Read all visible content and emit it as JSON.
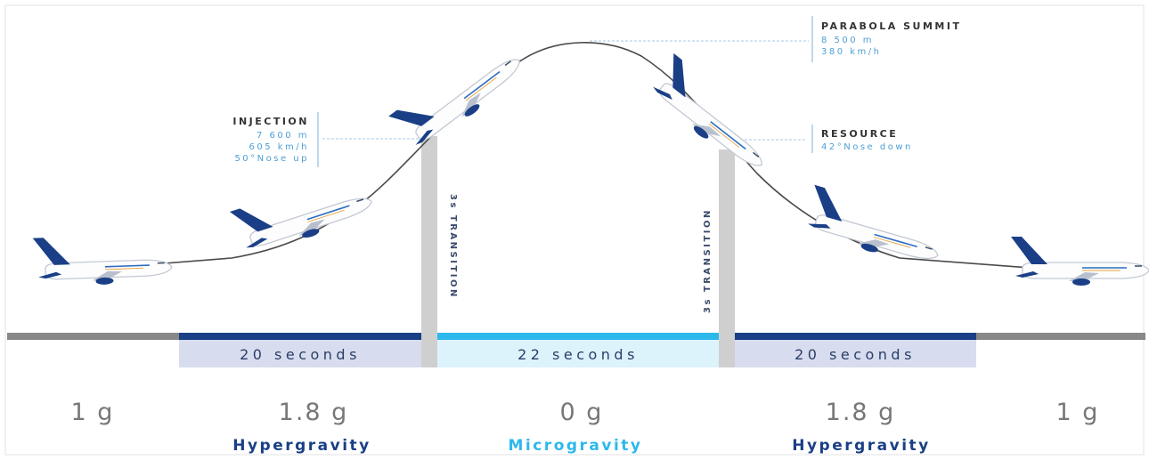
{
  "colors": {
    "navy": "#1a3f86",
    "light_blue": "#2db8ec",
    "navy_band": "#d7ddef",
    "blue_band": "#dcf3fc",
    "gray_line": "#888888",
    "transition_bar": "#cfcfcf",
    "annotation_blue": "#4d9fd6",
    "g_gray": "#777777"
  },
  "annotations": {
    "summit": {
      "title": "PARABOLA SUMMIT",
      "lines": [
        "8 500 m",
        "380 km/h"
      ]
    },
    "injection": {
      "title": "INJECTION",
      "lines": [
        "7 600 m",
        "605 km/h",
        "50°Nose up"
      ]
    },
    "resource": {
      "title": "RESOURCE",
      "lines": [
        "42°Nose down"
      ]
    }
  },
  "transitions": {
    "left": "3s TRANSITION",
    "right": "3s TRANSITION"
  },
  "durations": {
    "left": "20 seconds",
    "middle": "22 seconds",
    "right": "20 seconds"
  },
  "g_levels": [
    "1 g",
    "1.8 g",
    "0 g",
    "1.8 g",
    "1 g"
  ],
  "phases": {
    "left": "Hypergravity",
    "middle": "Microgravity",
    "right": "Hypergravity"
  },
  "aircraft_icon": "plane-icon"
}
